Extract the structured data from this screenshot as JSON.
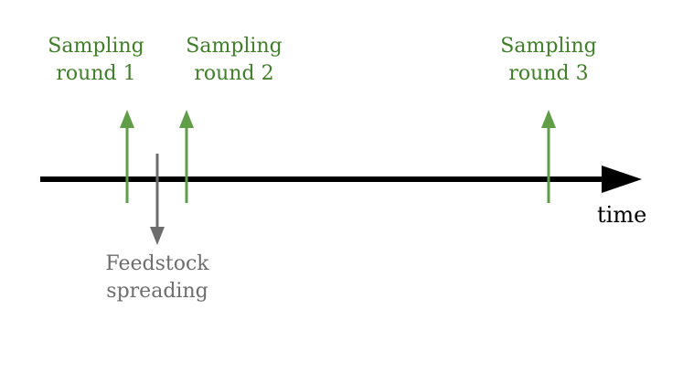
{
  "events": [
    {
      "id": "s1",
      "line1": "Sampling",
      "line2": "round 1",
      "kind": "sampling"
    },
    {
      "id": "s2",
      "line1": "Sampling",
      "line2": "round 2",
      "kind": "sampling"
    },
    {
      "id": "s3",
      "line1": "Sampling",
      "line2": "round 3",
      "kind": "sampling"
    },
    {
      "id": "f1",
      "line1": "Feedstock",
      "line2": "spreading",
      "kind": "feedstock"
    }
  ],
  "axis": {
    "label": "time"
  },
  "colors": {
    "sampling": "#5f9e47",
    "sampling_text": "#3f7f27",
    "feedstock": "#6d6d6d",
    "axis": "#000000"
  }
}
